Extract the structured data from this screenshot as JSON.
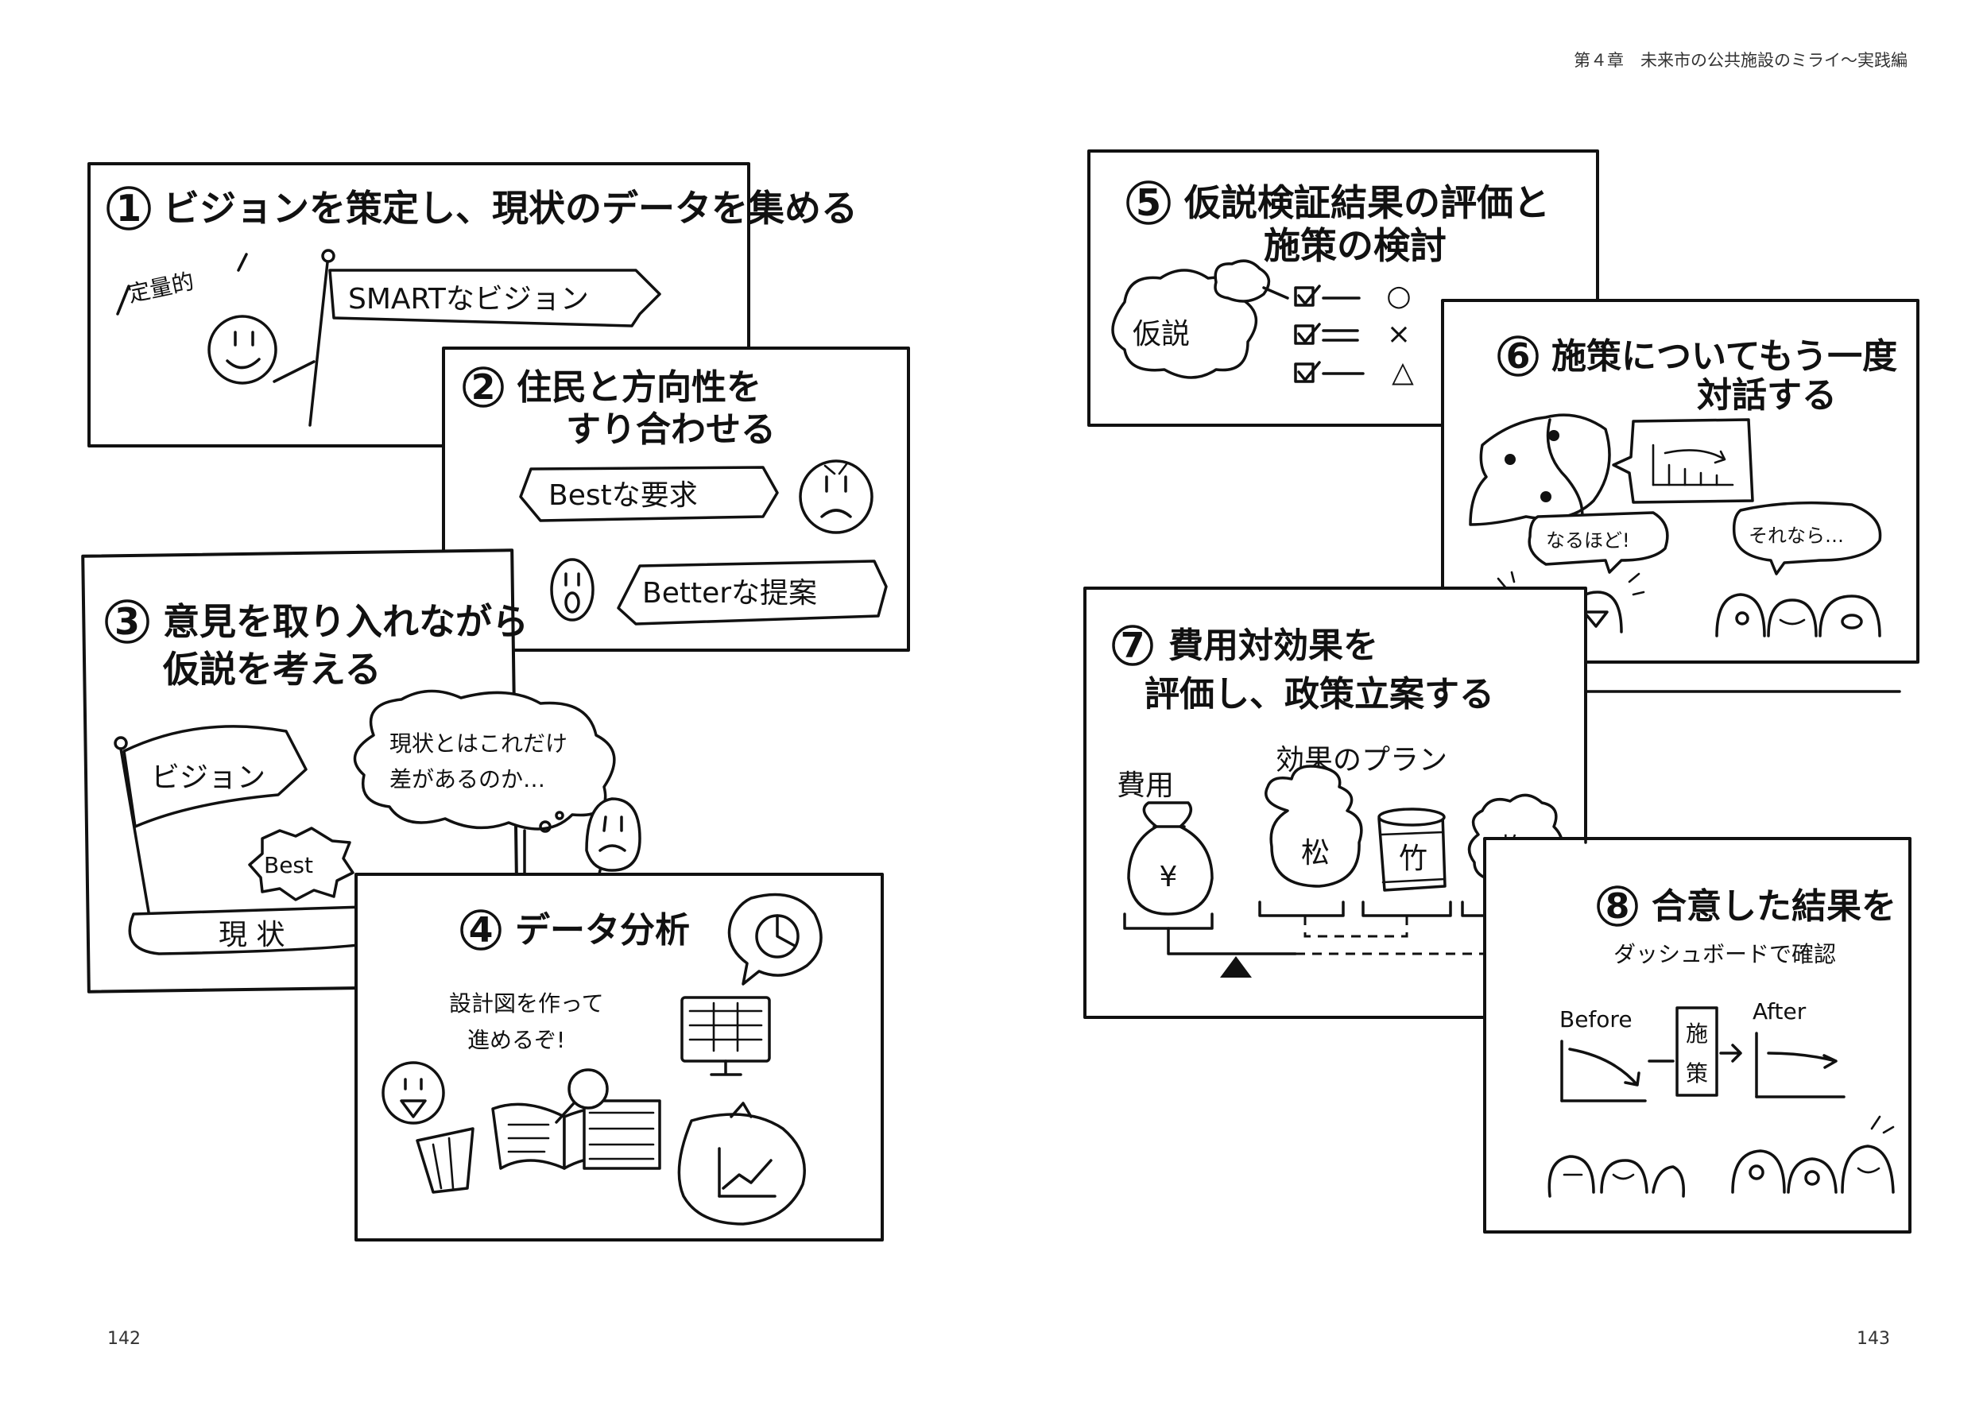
{
  "header": {
    "chapter_title": "第４章　未来市の公共施設のミライ〜実践編"
  },
  "pages": {
    "left_number": "142",
    "right_number": "143"
  },
  "panels": {
    "p1": {
      "num": "1",
      "title": "ビジョンを策定し、現状のデータを集める",
      "note": "定量的",
      "flag": "SMARTなビジョン"
    },
    "p2": {
      "num": "2",
      "title1": "住民と方向性を",
      "title2": "すり合わせる",
      "banner1": "Bestな要求",
      "banner2": "Betterな提案"
    },
    "p3": {
      "num": "3",
      "title1": "意見を取り入れながら",
      "title2": "仮説を考える",
      "flag": "ビジョン",
      "badge": "Best",
      "base": "現 状",
      "bubble1": "現状とはこれだけ",
      "bubble2": "差があるのか…"
    },
    "p4": {
      "num": "4",
      "title": "データ分析",
      "caption1": "設計図を作って",
      "caption2": "進めるぞ!"
    },
    "p5": {
      "num": "5",
      "title1": "仮説検証結果の評価と",
      "title2": "施策の検討",
      "cloud": "仮説",
      "marks": [
        "○",
        "×",
        "△"
      ]
    },
    "p6": {
      "num": "6",
      "title1": "施策についてもう一度",
      "title2": "対話する",
      "bubble1": "なるほど!",
      "bubble2": "それなら…"
    },
    "p7": {
      "num": "7",
      "title1": "費用対効果を",
      "title2": "評価し、政策立案する",
      "cost": "費用",
      "plan": "効果のプラン",
      "yen": "¥",
      "items": [
        "松",
        "竹",
        "梅"
      ]
    },
    "p8": {
      "num": "8",
      "title1": "合意した結果を",
      "title2": "ダッシュボードで確認",
      "before": "Before",
      "measure1": "施",
      "measure2": "策",
      "after": "After"
    }
  }
}
